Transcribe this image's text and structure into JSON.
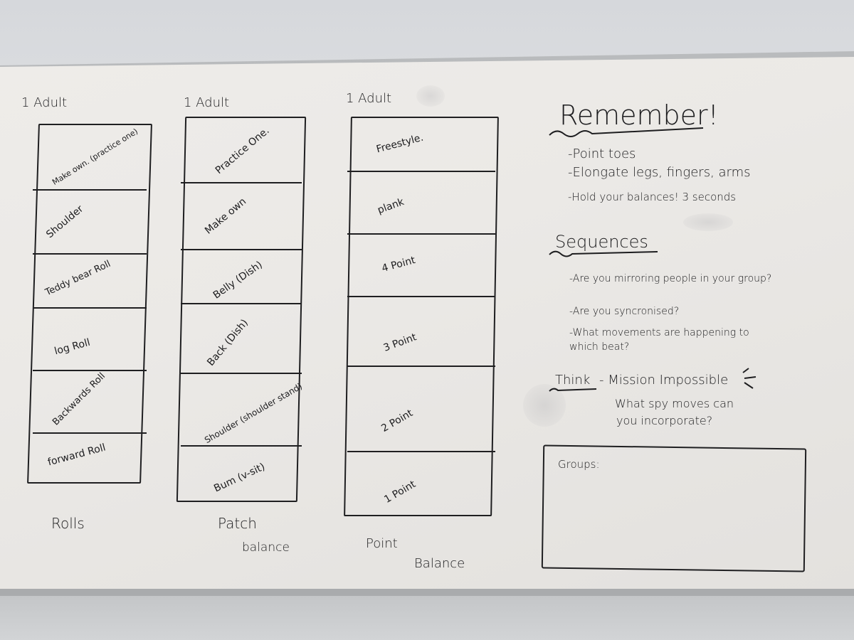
{
  "columns": [
    {
      "header": "1 Adult",
      "cells": [
        "Make own. (practice one)",
        "Shoulder",
        "Teddy bear Roll",
        "log Roll",
        "Backwards Roll",
        "forward Roll"
      ],
      "footer": [
        "Rolls"
      ]
    },
    {
      "header": "1 Adult",
      "cells": [
        "Practice One.",
        "Make own",
        "Belly (Dish)",
        "Back (Dish)",
        "Shoulder (shoulder stand)",
        "Bum (v-sit)"
      ],
      "footer": [
        "Patch",
        "balance"
      ]
    },
    {
      "header": "1 Adult",
      "cells": [
        "Freestyle.",
        "plank",
        "4 Point",
        "3 Point",
        "2 Point",
        "1 Point"
      ],
      "footer": [
        "Point",
        "Balance"
      ]
    }
  ],
  "remember": {
    "title": "Remember!",
    "items": [
      "-Point toes",
      "-Elongate legs, fingers, arms",
      "-Hold your balances! 3 seconds"
    ]
  },
  "sequences": {
    "title": "Sequences",
    "items": [
      "-Are you mirroring people in your group?",
      "-Are you syncronised?",
      "-What movements are happening to which beat?"
    ]
  },
  "think": {
    "title": "Think",
    "line1": "- Mission Impossible",
    "line2": "What spy moves can",
    "line3": "you incorporate?"
  },
  "groups": {
    "label": "Groups:"
  },
  "colors": {
    "ink": "#1d1d1f",
    "board": "#ebe9e6",
    "frame": "#a9abad"
  }
}
